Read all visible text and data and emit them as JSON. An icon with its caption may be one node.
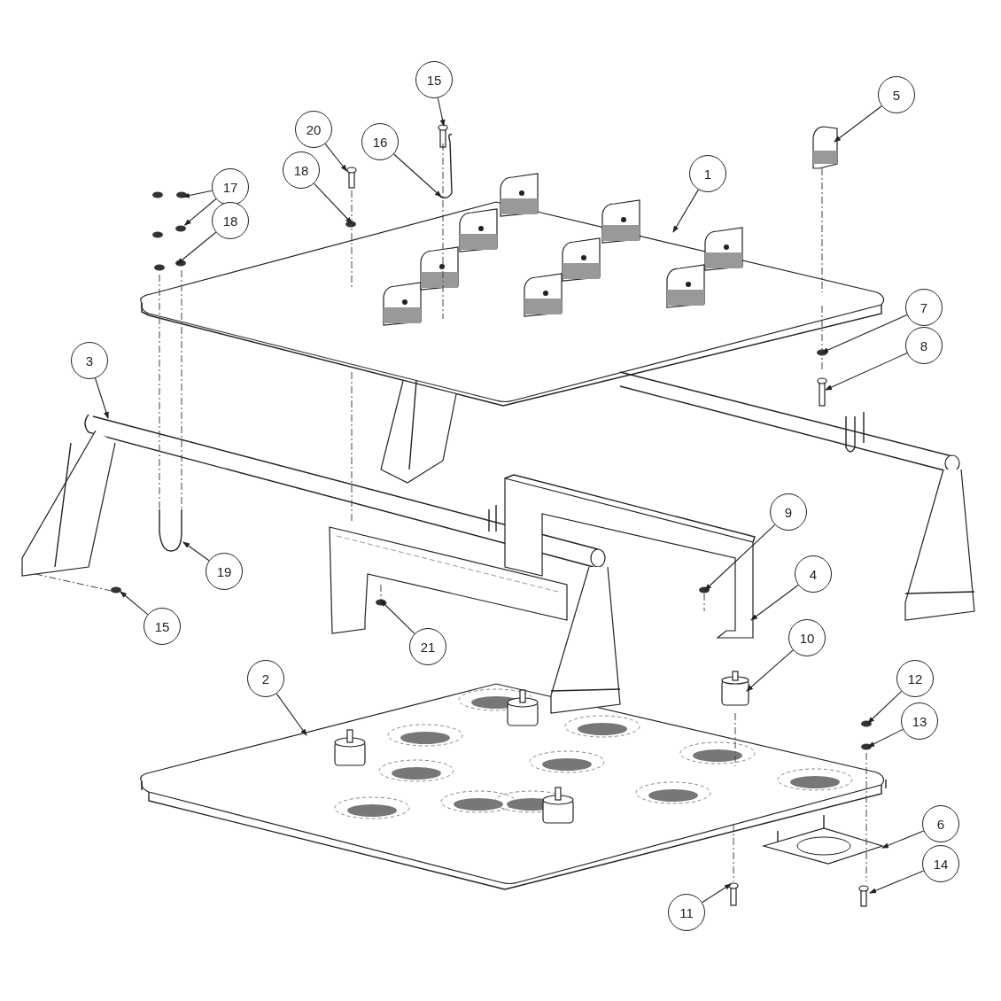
{
  "diagram": {
    "nodes": [
      {
        "text": [
          "15"
        ]
      },
      {
        "text": [
          "5"
        ]
      },
      {
        "text": [
          "20"
        ]
      },
      {
        "text": [
          "16"
        ]
      },
      {
        "text": [
          "1"
        ]
      },
      {
        "text": [
          "17"
        ]
      },
      {
        "text": [
          "18"
        ]
      },
      {
        "text": [
          "18"
        ]
      },
      {
        "text": [
          "7"
        ]
      },
      {
        "text": [
          "8"
        ]
      },
      {
        "text": [
          "3"
        ]
      },
      {
        "text": [
          "9"
        ]
      },
      {
        "text": [
          "19"
        ]
      },
      {
        "text": [
          "4"
        ]
      },
      {
        "text": [
          "15"
        ]
      },
      {
        "text": [
          "21"
        ]
      },
      {
        "text": [
          "10"
        ]
      },
      {
        "text": [
          "2"
        ]
      },
      {
        "text": [
          "12"
        ]
      },
      {
        "text": [
          "13"
        ]
      },
      {
        "text": [
          "6"
        ]
      },
      {
        "text": [
          "14"
        ]
      },
      {
        "text": [
          "11"
        ]
      },
      {
        "text": [],
        "shape": "cylinder"
      },
      {
        "text": [],
        "shape": "circle"
      }
    ],
    "edges": [
      {
        "from": 0,
        "to": null,
        "arrow": "to"
      },
      {
        "from": 1,
        "to": null,
        "arrow": "to"
      },
      {
        "from": 2,
        "to": 23,
        "arrow": "to"
      },
      {
        "from": 3,
        "to": null,
        "arrow": "to"
      },
      {
        "from": 4,
        "to": null,
        "arrow": "to"
      },
      {
        "from": 5,
        "to": null,
        "arrow": "to"
      },
      {
        "from": 5,
        "to": 24,
        "arrow": "to"
      },
      {
        "from": 6,
        "to": null,
        "arrow": "to"
      },
      {
        "from": 7,
        "to": null,
        "arrow": "to"
      },
      {
        "from": 8,
        "to": null,
        "arrow": "to"
      },
      {
        "from": 9,
        "to": null,
        "arrow": "to"
      },
      {
        "from": 10,
        "to": null,
        "arrow": "to"
      },
      {
        "from": 11,
        "to": null,
        "arrow": "to"
      },
      {
        "from": 12,
        "to": null,
        "arrow": "to"
      },
      {
        "from": 13,
        "to": null,
        "arrow": "to"
      },
      {
        "from": 14,
        "to": null,
        "arrow": "to"
      },
      {
        "from": 15,
        "to": null,
        "arrow": "to"
      },
      {
        "from": 16,
        "to": null,
        "arrow": "to"
      },
      {
        "from": 17,
        "to": null,
        "arrow": "to"
      },
      {
        "from": 18,
        "to": null,
        "arrow": "to"
      },
      {
        "from": 19,
        "to": null,
        "arrow": "to"
      },
      {
        "from": 20,
        "to": null,
        "arrow": "to"
      },
      {
        "from": 21,
        "to": null,
        "arrow": "to"
      },
      {
        "from": 22,
        "to": null,
        "arrow": "to"
      }
    ]
  }
}
